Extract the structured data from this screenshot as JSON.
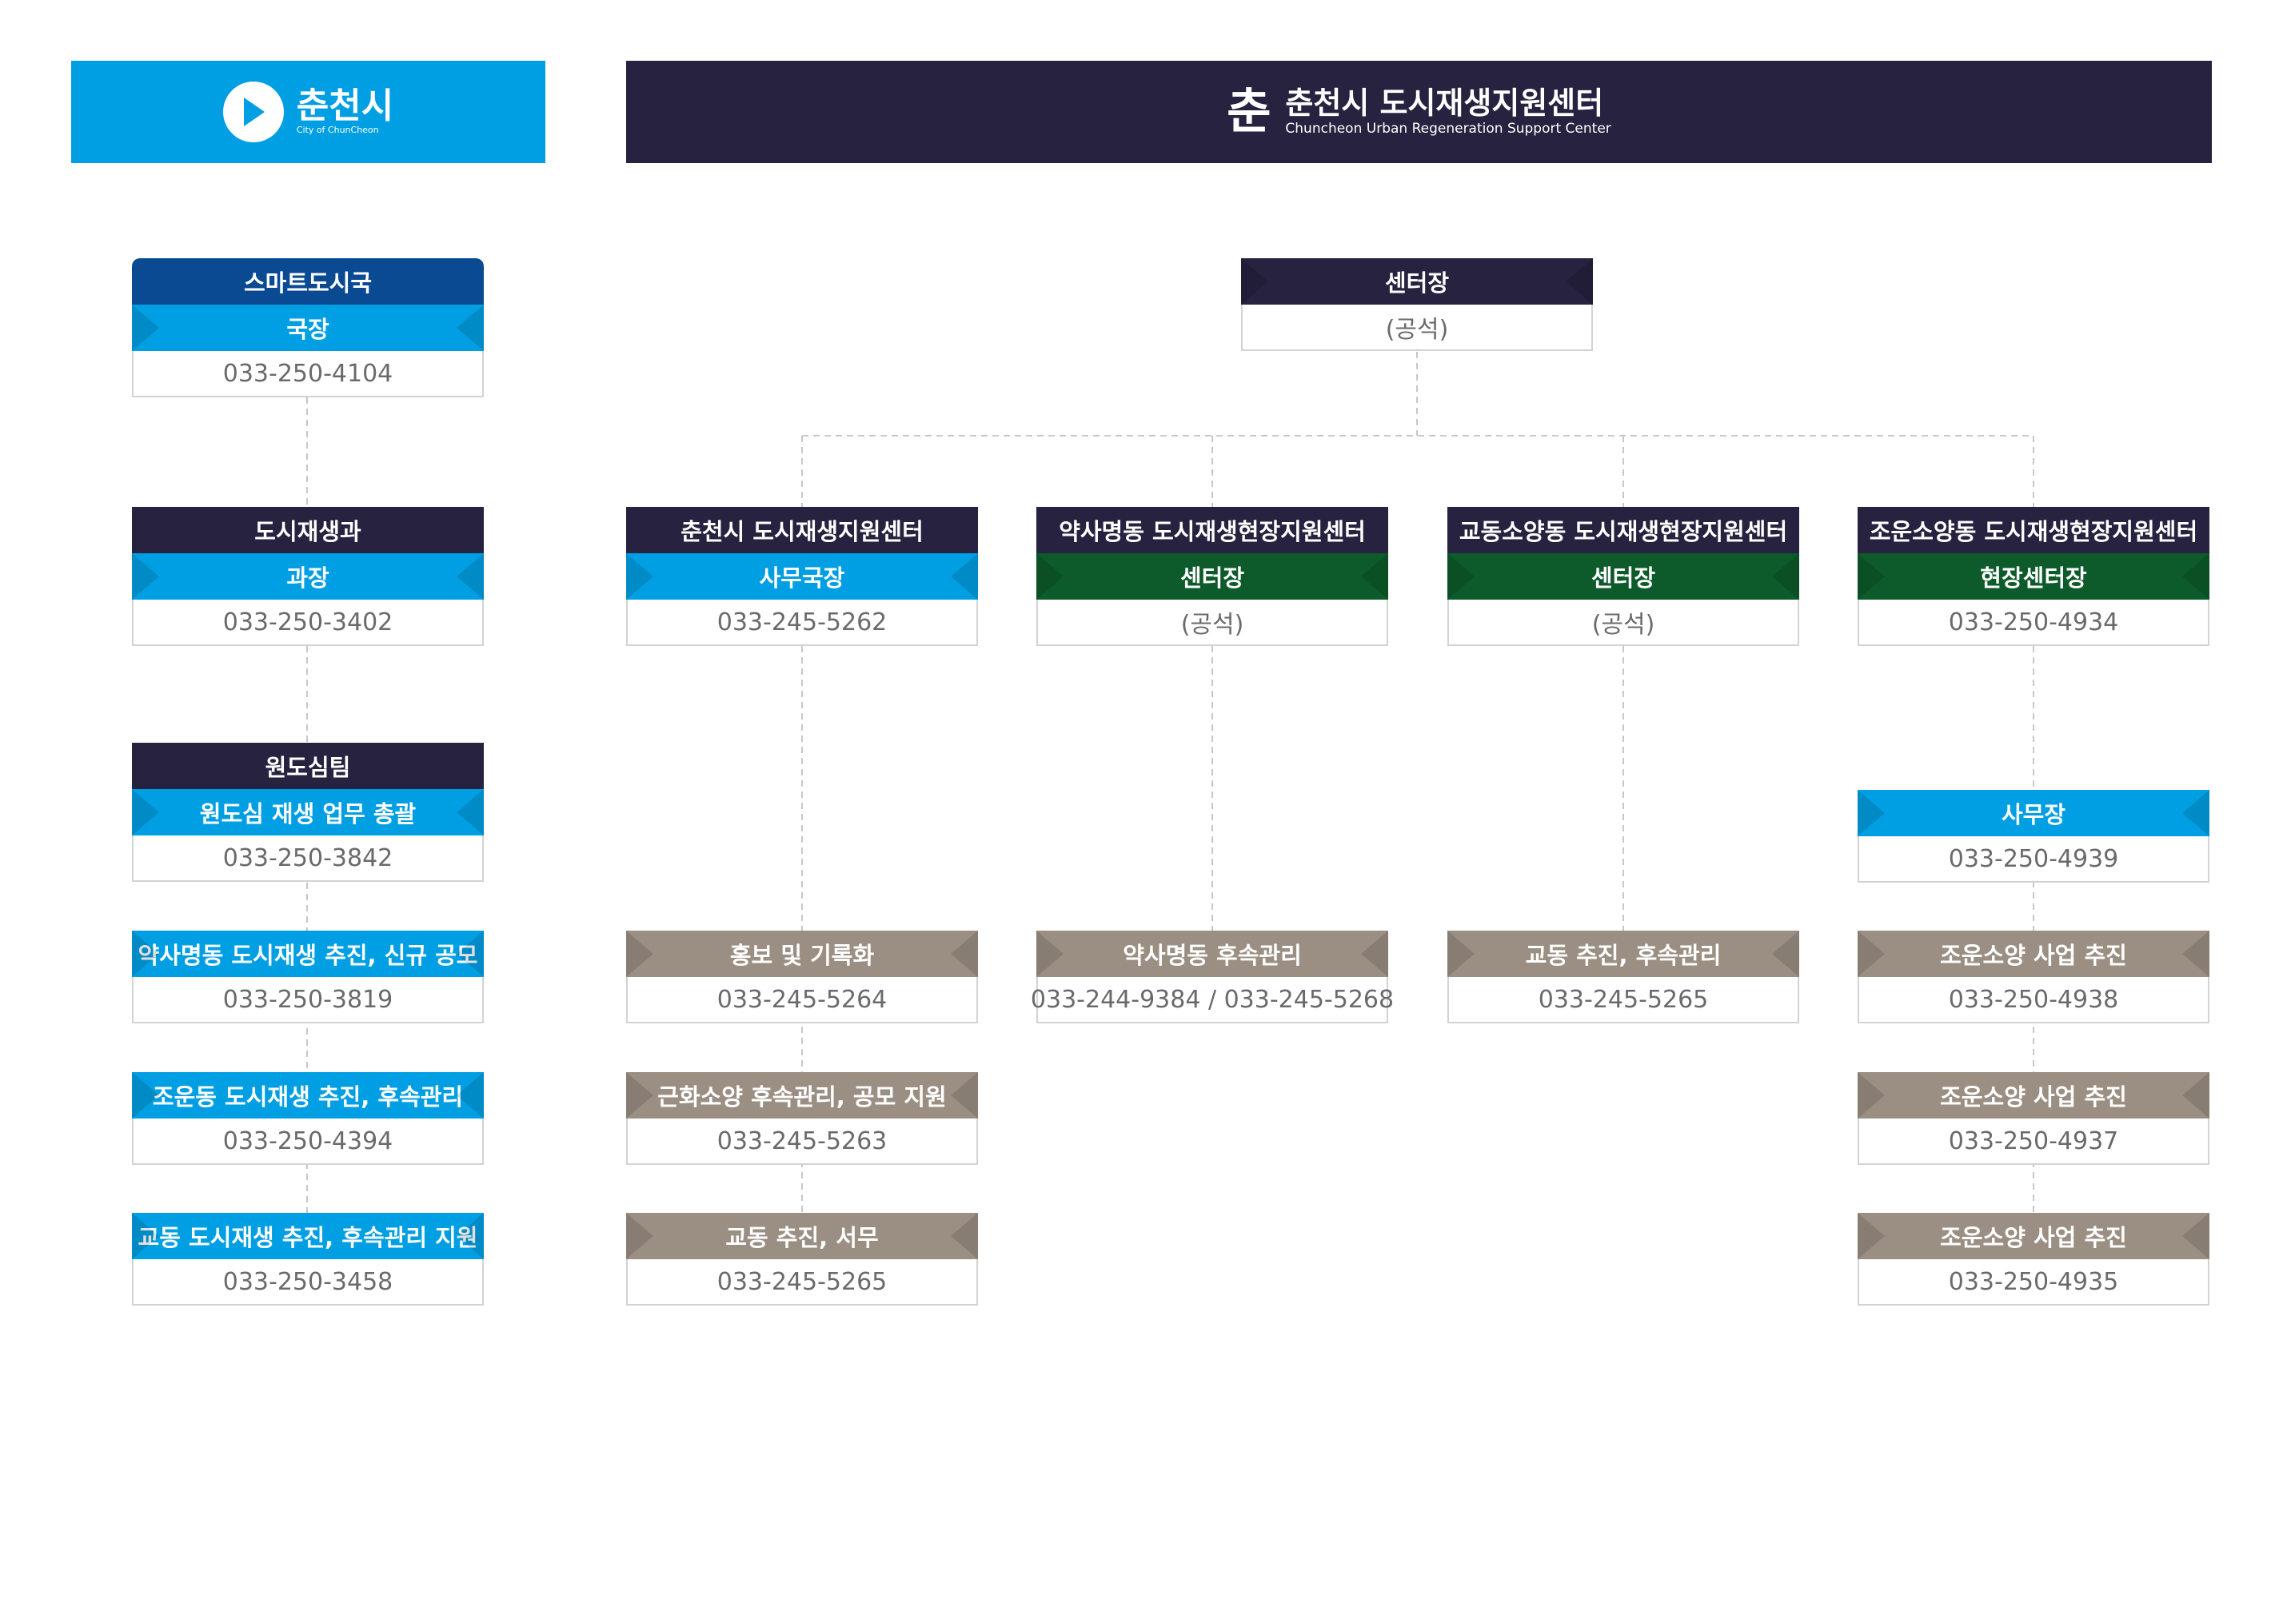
{
  "city_banner": {
    "name": "춘천시",
    "subtitle": "City of ChunCheon"
  },
  "center_banner": {
    "mark": "춘",
    "name": "춘천시 도시재생지원센터",
    "subtitle": "Chuncheon Urban Regeneration Support Center"
  },
  "city": {
    "bureau": {
      "title": "스마트도시국",
      "role": "국장",
      "phone": "033-250-4104"
    },
    "division": {
      "title": "도시재생과",
      "role": "과장",
      "phone": "033-250-3402"
    },
    "team": {
      "title": "원도심팀",
      "role": "원도심 재생 업무 총괄",
      "phone": "033-250-3842"
    },
    "staff": [
      {
        "role": "약사명동 도시재생 추진, 신규 공모",
        "phone": "033-250-3819"
      },
      {
        "role": "조운동 도시재생 추진, 후속관리",
        "phone": "033-250-4394"
      },
      {
        "role": "교동 도시재생 추진, 후속관리 지원",
        "phone": "033-250-3458"
      }
    ]
  },
  "center": {
    "head": {
      "title": "센터장",
      "phone": "(공석)"
    },
    "branches": [
      {
        "title": "춘천시 도시재생지원센터",
        "role": "사무국장",
        "phone": "033-245-5262",
        "staff": [
          {
            "role": "홍보 및 기록화",
            "phone": "033-245-5264"
          },
          {
            "role": "근화소양 후속관리, 공모 지원",
            "phone": "033-245-5263"
          },
          {
            "role": "교동 추진, 서무",
            "phone": "033-245-5265"
          }
        ]
      },
      {
        "title": "약사명동 도시재생현장지원센터",
        "role": "센터장",
        "phone": "(공석)",
        "staff": [
          {
            "role": "약사명동 후속관리",
            "phone": "033-244-9384 / 033-245-5268"
          }
        ]
      },
      {
        "title": "교동소양동 도시재생현장지원센터",
        "role": "센터장",
        "phone": "(공석)",
        "staff": [
          {
            "role": "교동 추진, 후속관리",
            "phone": "033-245-5265"
          }
        ]
      },
      {
        "title": "조운소양동 도시재생현장지원센터",
        "role": "현장센터장",
        "phone": "033-250-4934",
        "office": {
          "role": "사무장",
          "phone": "033-250-4939"
        },
        "staff": [
          {
            "role": "조운소양 사업 추진",
            "phone": "033-250-4938"
          },
          {
            "role": "조운소양 사업 추진",
            "phone": "033-250-4937"
          },
          {
            "role": "조운소양 사업 추진",
            "phone": "033-250-4935"
          }
        ]
      }
    ]
  },
  "colors": {
    "navy": "#26223f",
    "deep_blue": "#0a4a92",
    "blue": "#009fe3",
    "green": "#0d5a2a",
    "taupe": "#9b8f83",
    "line": "#c8c8c8"
  }
}
